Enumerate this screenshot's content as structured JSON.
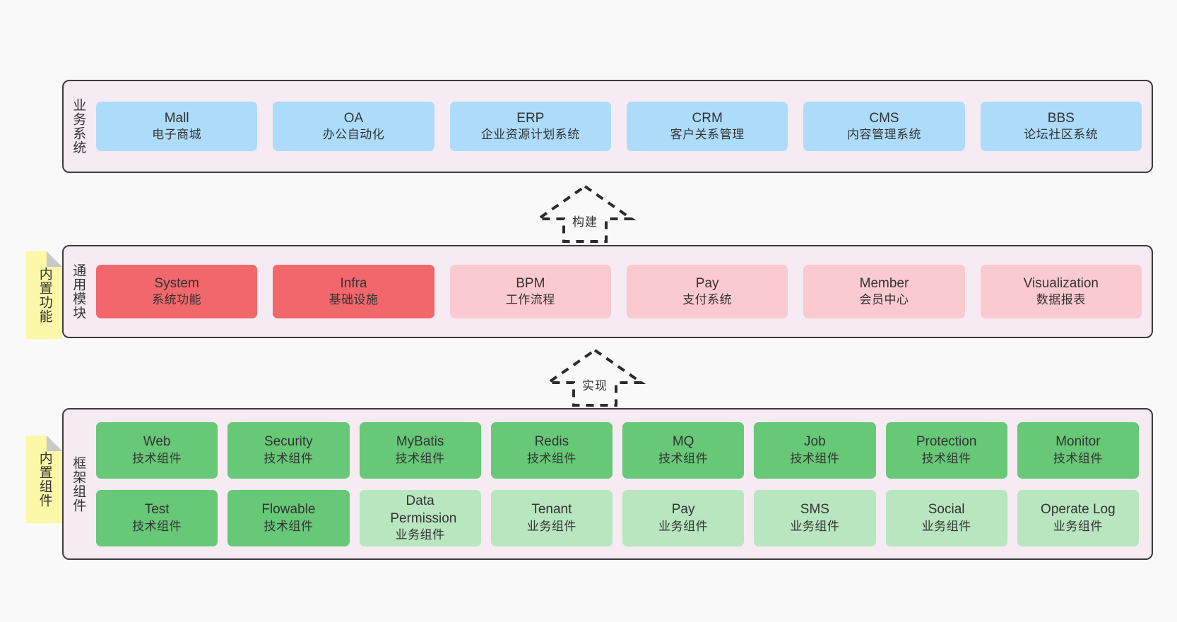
{
  "diagram": {
    "background_color": "#F9F9F9",
    "panel_color": "#F6EAF3",
    "note_color": "#FCF8A8",
    "border_color": "#3B3B3B"
  },
  "layers": [
    {
      "label": "业务系统",
      "accent": "#ADDCFB",
      "rows": [
        {
          "cards": [
            {
              "en": "Mall",
              "cn": "电子商城",
              "color": "#ADDCFB"
            },
            {
              "en": "OA",
              "cn": "办公自动化",
              "color": "#ADDCFB"
            },
            {
              "en": "ERP",
              "cn": "企业资源计划系统",
              "color": "#ADDCFB"
            },
            {
              "en": "CRM",
              "cn": "客户关系管理",
              "color": "#ADDCFB"
            },
            {
              "en": "CMS",
              "cn": "内容管理系统",
              "color": "#ADDCFB"
            },
            {
              "en": "BBS",
              "cn": "论坛社区系统",
              "color": "#ADDCFB"
            }
          ]
        }
      ]
    },
    {
      "label": "通用模块",
      "note": "内置功能",
      "accent": "#F1676B",
      "rows": [
        {
          "cards": [
            {
              "en": "System",
              "cn": "系统功能",
              "color": "#F1676B"
            },
            {
              "en": "Infra",
              "cn": "基础设施",
              "color": "#F1676B"
            },
            {
              "en": "BPM",
              "cn": "工作流程",
              "color": "#FBC9D0"
            },
            {
              "en": "Pay",
              "cn": "支付系统",
              "color": "#FBC9D0"
            },
            {
              "en": "Member",
              "cn": "会员中心",
              "color": "#FBC9D0"
            },
            {
              "en": "Visualization",
              "cn": "数据报表",
              "color": "#FBC9D0"
            }
          ]
        }
      ]
    },
    {
      "label": "框架组件",
      "note": "内置组件",
      "accent": "#67C878",
      "rows": [
        {
          "cards": [
            {
              "en": "Web",
              "cn": "技术组件",
              "color": "#67C878"
            },
            {
              "en": "Security",
              "cn": "技术组件",
              "color": "#67C878"
            },
            {
              "en": "MyBatis",
              "cn": "技术组件",
              "color": "#67C878"
            },
            {
              "en": "Redis",
              "cn": "技术组件",
              "color": "#67C878"
            },
            {
              "en": "MQ",
              "cn": "技术组件",
              "color": "#67C878"
            },
            {
              "en": "Job",
              "cn": "技术组件",
              "color": "#67C878"
            },
            {
              "en": "Protection",
              "cn": "技术组件",
              "color": "#67C878"
            },
            {
              "en": "Monitor",
              "cn": "技术组件",
              "color": "#67C878"
            }
          ]
        },
        {
          "cards": [
            {
              "en": "Test",
              "cn": "技术组件",
              "color": "#67C878"
            },
            {
              "en": "Flowable",
              "cn": "技术组件",
              "color": "#67C878"
            },
            {
              "en": "Data Permission",
              "cn": "业务组件",
              "color": "#B8E6BF"
            },
            {
              "en": "Tenant",
              "cn": "业务组件",
              "color": "#B8E6BF"
            },
            {
              "en": "Pay",
              "cn": "业务组件",
              "color": "#B8E6BF"
            },
            {
              "en": "SMS",
              "cn": "业务组件",
              "color": "#B8E6BF"
            },
            {
              "en": "Social",
              "cn": "业务组件",
              "color": "#B8E6BF"
            },
            {
              "en": "Operate Log",
              "cn": "业务组件",
              "color": "#B8E6BF"
            }
          ]
        }
      ]
    }
  ],
  "arrows": [
    {
      "label": "构建"
    },
    {
      "label": "实现"
    }
  ]
}
